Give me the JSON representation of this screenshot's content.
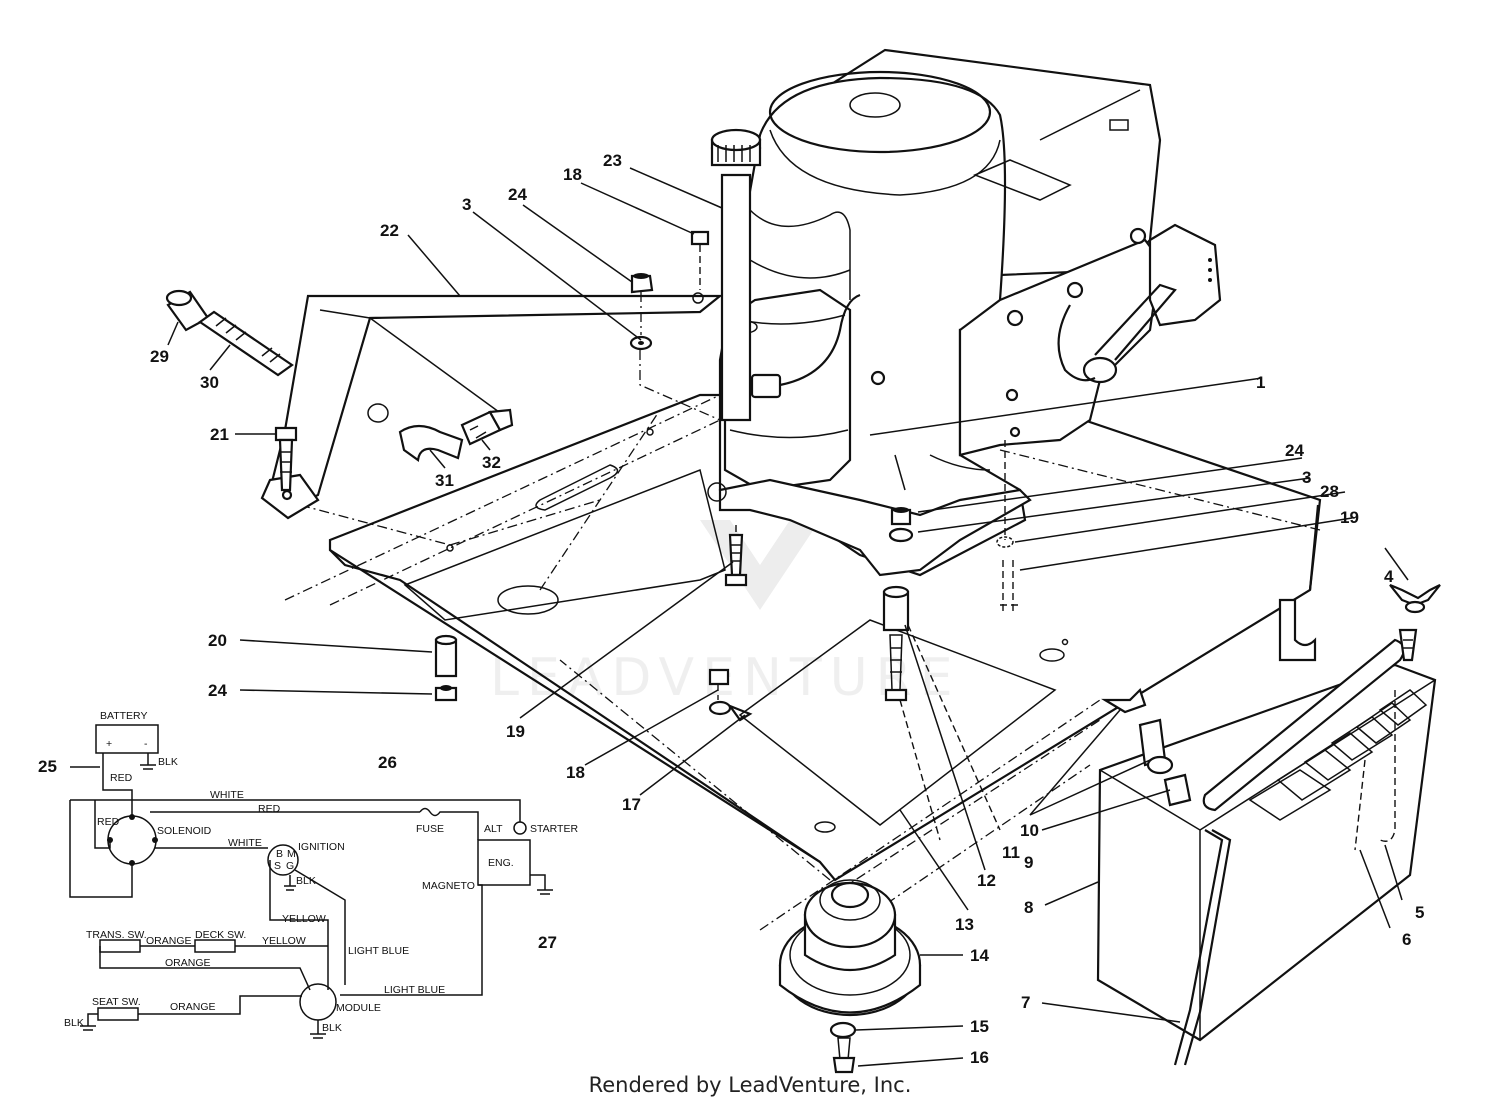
{
  "watermark": "LEADVENTURE",
  "footer": "Rendered by LeadVenture, Inc.",
  "callouts": {
    "c1": "1",
    "c3a": "3",
    "c3b": "3",
    "c4": "4",
    "c5": "5",
    "c6": "6",
    "c7": "7",
    "c8": "8",
    "c9": "9",
    "c10": "10",
    "c11": "11",
    "c12": "12",
    "c13": "13",
    "c14": "14",
    "c15": "15",
    "c16": "16",
    "c17": "17",
    "c18a": "18",
    "c18b": "18",
    "c19a": "19",
    "c19b": "19",
    "c20": "20",
    "c21": "21",
    "c22": "22",
    "c23": "23",
    "c24a": "24",
    "c24b": "24",
    "c24c": "24",
    "c25": "25",
    "c26": "26",
    "c27": "27",
    "c28": "28",
    "c29": "29",
    "c30": "30",
    "c31": "31",
    "c32": "32"
  },
  "wiring": {
    "battery": "BATTERY",
    "plus": "+",
    "minus": "-",
    "blk_battery": "BLK",
    "red_top": "RED",
    "red_left": "RED",
    "white_top": "WHITE",
    "red_mid": "RED",
    "solenoid": "SOLENOID",
    "white_mid": "WHITE",
    "fuse": "FUSE",
    "alt": "ALT",
    "starter": "STARTER",
    "ignition": "IGNITION",
    "ign_b": "B",
    "ign_m": "M",
    "ign_s": "S",
    "ign_g": "G",
    "blk_ignition": "BLK",
    "eng": "ENG.",
    "magneto": "MAGNETO",
    "yellow_a": "YELLOW",
    "light_blue_a": "LIGHT BLUE",
    "trans_sw": "TRANS. SW.",
    "orange_a": "ORANGE",
    "deck_sw": "DECK SW.",
    "yellow_b": "YELLOW",
    "orange_b": "ORANGE",
    "light_blue_b": "LIGHT BLUE",
    "seat_sw": "SEAT SW.",
    "orange_c": "ORANGE",
    "blk_seat": "BLK",
    "module": "MODULE",
    "blk_module": "BLK"
  }
}
